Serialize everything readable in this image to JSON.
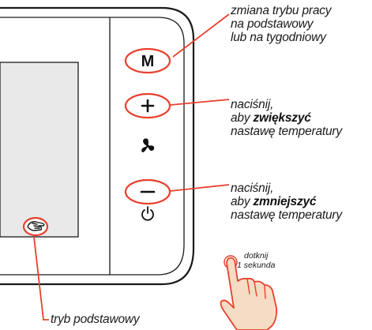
{
  "device": {
    "mode_button": {
      "label": "M",
      "icon": "letter-m"
    },
    "plus_button": {
      "label": "+",
      "icon": "plus-icon"
    },
    "fan_button": {
      "icon": "fan-icon"
    },
    "minus_button": {
      "label": "−",
      "icon": "minus-icon"
    },
    "power_button": {
      "icon": "power-icon"
    },
    "hand_mode_icon": {
      "icon": "hand-icon"
    }
  },
  "callouts": {
    "mode": {
      "lines": [
        "zmiana trybu pracy",
        "na podstawowy",
        "lub na tygodniowy"
      ]
    },
    "plus": {
      "line1": "naciśnij,",
      "prefix": "aby ",
      "emphasis": "zwiększyć",
      "line3": "nastawę temperatury"
    },
    "minus": {
      "line1": "naciśnij,",
      "prefix": "aby ",
      "emphasis": "zmniejszyć",
      "line3": "nastawę temperatury"
    },
    "touch": {
      "line1": "dotknij",
      "line2": "1 sekunda"
    },
    "basic_mode": {
      "text": "tryb podstawowy"
    }
  },
  "colors": {
    "accent": "#e8402e",
    "outline": "#1a1a1a",
    "screen": "#e9e9e9",
    "skin": "#f6dcc4"
  }
}
